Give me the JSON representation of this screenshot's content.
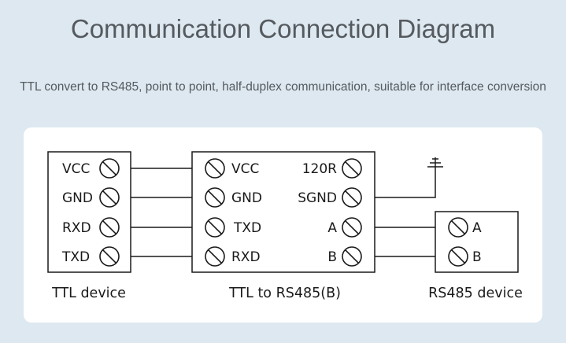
{
  "title": "Communication Connection Diagram",
  "subtitle": "TTL convert to RS485, point to point, half-duplex communication, suitable for interface conversion",
  "ttl_device": {
    "label": "TTL device",
    "pins": [
      "VCC",
      "GND",
      "RXD",
      "TXD"
    ]
  },
  "converter": {
    "label": "TTL to RS485(B)",
    "left_pins": [
      "VCC",
      "GND",
      "TXD",
      "RXD"
    ],
    "right_pins": [
      "120R",
      "SGND",
      "A",
      "B"
    ]
  },
  "rs485_device": {
    "label": "RS485 device",
    "pins": [
      "A",
      "B"
    ]
  },
  "colors": {
    "background": "#dde8f0",
    "card": "#ffffff",
    "line": "#1a1a1a",
    "title_text": "#555a5f"
  }
}
